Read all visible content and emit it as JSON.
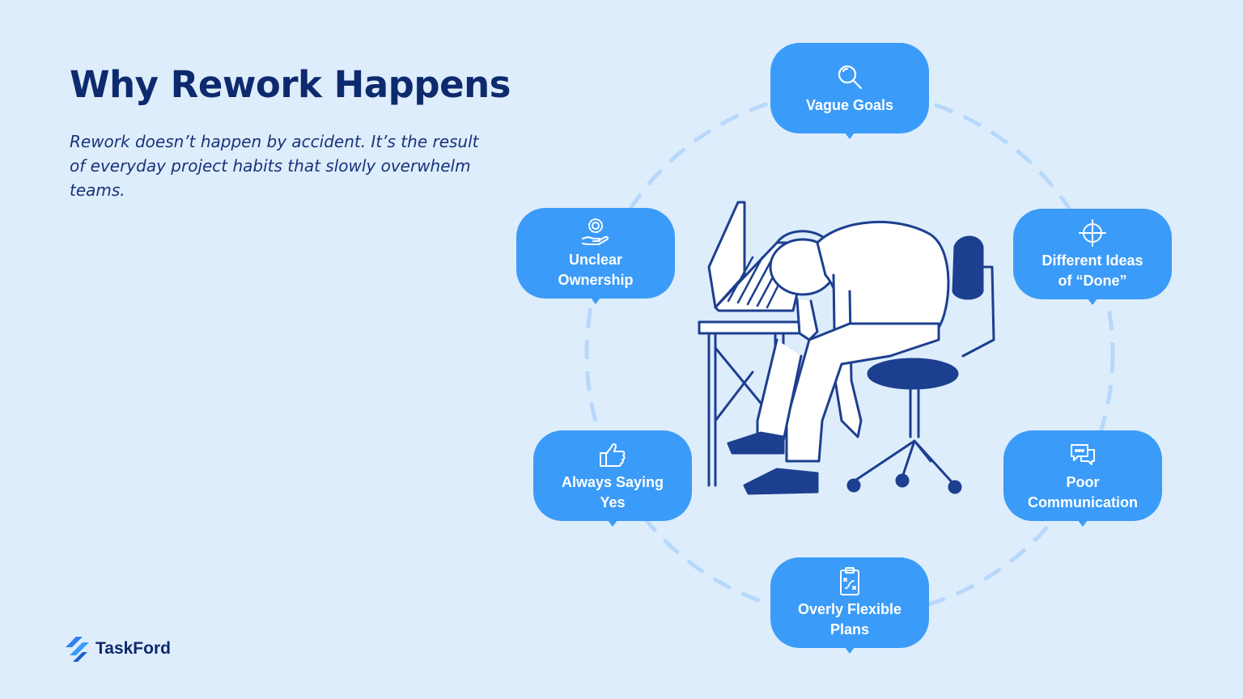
{
  "header": {
    "title": "Why Rework Happens",
    "subtitle": "Rework doesn’t happen by accident. It’s the result of everyday project habits that slowly overwhelm teams."
  },
  "diagram": {
    "nodes": [
      {
        "label": "Vague Goals",
        "icon": "magnifier-icon"
      },
      {
        "label": "Different Ideas\nof “Done”",
        "icon": "crosshair-icon"
      },
      {
        "label": "Poor\nCommunication",
        "icon": "chat-bubbles-icon"
      },
      {
        "label": "Overly Flexible\nPlans",
        "icon": "clipboard-plan-icon"
      },
      {
        "label": "Always Saying\nYes",
        "icon": "thumbs-up-icon"
      },
      {
        "label": "Unclear\nOwnership",
        "icon": "hand-gear-icon"
      }
    ],
    "center_illustration": "exhausted-worker-slumped-on-desk"
  },
  "brand": {
    "name": "TaskFord"
  },
  "colors": {
    "background": "#deedfc",
    "bubble": "#3b9bf8",
    "title": "#0e2a6e",
    "ring": "#b7d8fb",
    "ink": "#1d3f8f"
  }
}
